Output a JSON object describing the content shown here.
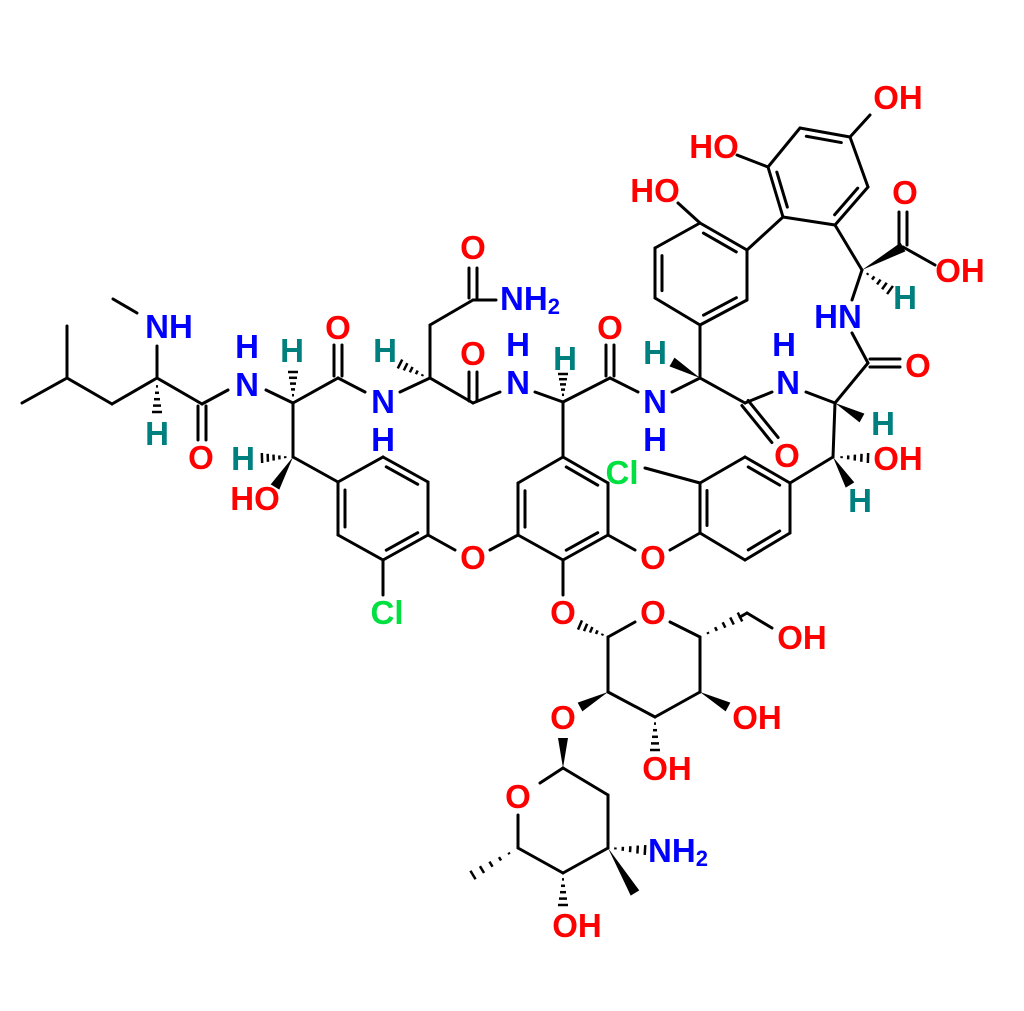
{
  "structure": {
    "atom_labels": [
      {
        "text": "NH",
        "el": "N"
      },
      {
        "text": "H",
        "el": "H"
      },
      {
        "text": "O",
        "el": "O"
      },
      {
        "text": "H",
        "el": "N"
      },
      {
        "text": "N",
        "el": "N"
      },
      {
        "text": "H",
        "el": "H"
      },
      {
        "text": "H",
        "el": "H"
      },
      {
        "text": "HO",
        "el": "O"
      },
      {
        "text": "O",
        "el": "O"
      },
      {
        "text": "H",
        "el": "H"
      },
      {
        "text": "N",
        "el": "N"
      },
      {
        "text": "H",
        "el": "N"
      },
      {
        "text": "O",
        "el": "O"
      },
      {
        "text": "NH",
        "el": "N",
        "sub": "2"
      },
      {
        "text": "O",
        "el": "O"
      },
      {
        "text": "H",
        "el": "N"
      },
      {
        "text": "N",
        "el": "N"
      },
      {
        "text": "H",
        "el": "H"
      },
      {
        "text": "O",
        "el": "O"
      },
      {
        "text": "N",
        "el": "N"
      },
      {
        "text": "H",
        "el": "N"
      },
      {
        "text": "H",
        "el": "H"
      },
      {
        "text": "HO",
        "el": "O"
      },
      {
        "text": "HO",
        "el": "O"
      },
      {
        "text": "OH",
        "el": "O"
      },
      {
        "text": "O",
        "el": "O"
      },
      {
        "text": "OH",
        "el": "O"
      },
      {
        "text": "H",
        "el": "H"
      },
      {
        "text": "HN",
        "el": "N"
      },
      {
        "text": "O",
        "el": "O"
      },
      {
        "text": "H",
        "el": "N"
      },
      {
        "text": "N",
        "el": "N"
      },
      {
        "text": "O",
        "el": "O"
      },
      {
        "text": "H",
        "el": "H"
      },
      {
        "text": "OH",
        "el": "O"
      },
      {
        "text": "H",
        "el": "H"
      },
      {
        "text": "Cl",
        "el": "Cl"
      },
      {
        "text": "O",
        "el": "O"
      },
      {
        "text": "O",
        "el": "O"
      },
      {
        "text": "Cl",
        "el": "Cl"
      },
      {
        "text": "O",
        "el": "O"
      },
      {
        "text": "O",
        "el": "O"
      },
      {
        "text": "OH",
        "el": "O"
      },
      {
        "text": "O",
        "el": "O"
      },
      {
        "text": "OH",
        "el": "O"
      },
      {
        "text": "OH",
        "el": "O"
      },
      {
        "text": "O",
        "el": "O"
      },
      {
        "text": "NH",
        "el": "N",
        "sub": "2"
      },
      {
        "text": "OH",
        "el": "O"
      }
    ],
    "element_colors": {
      "O": "#ff0000",
      "N": "#0000ff",
      "H": "#007f7f",
      "Cl": "#00e040",
      "C": "#000000"
    }
  }
}
